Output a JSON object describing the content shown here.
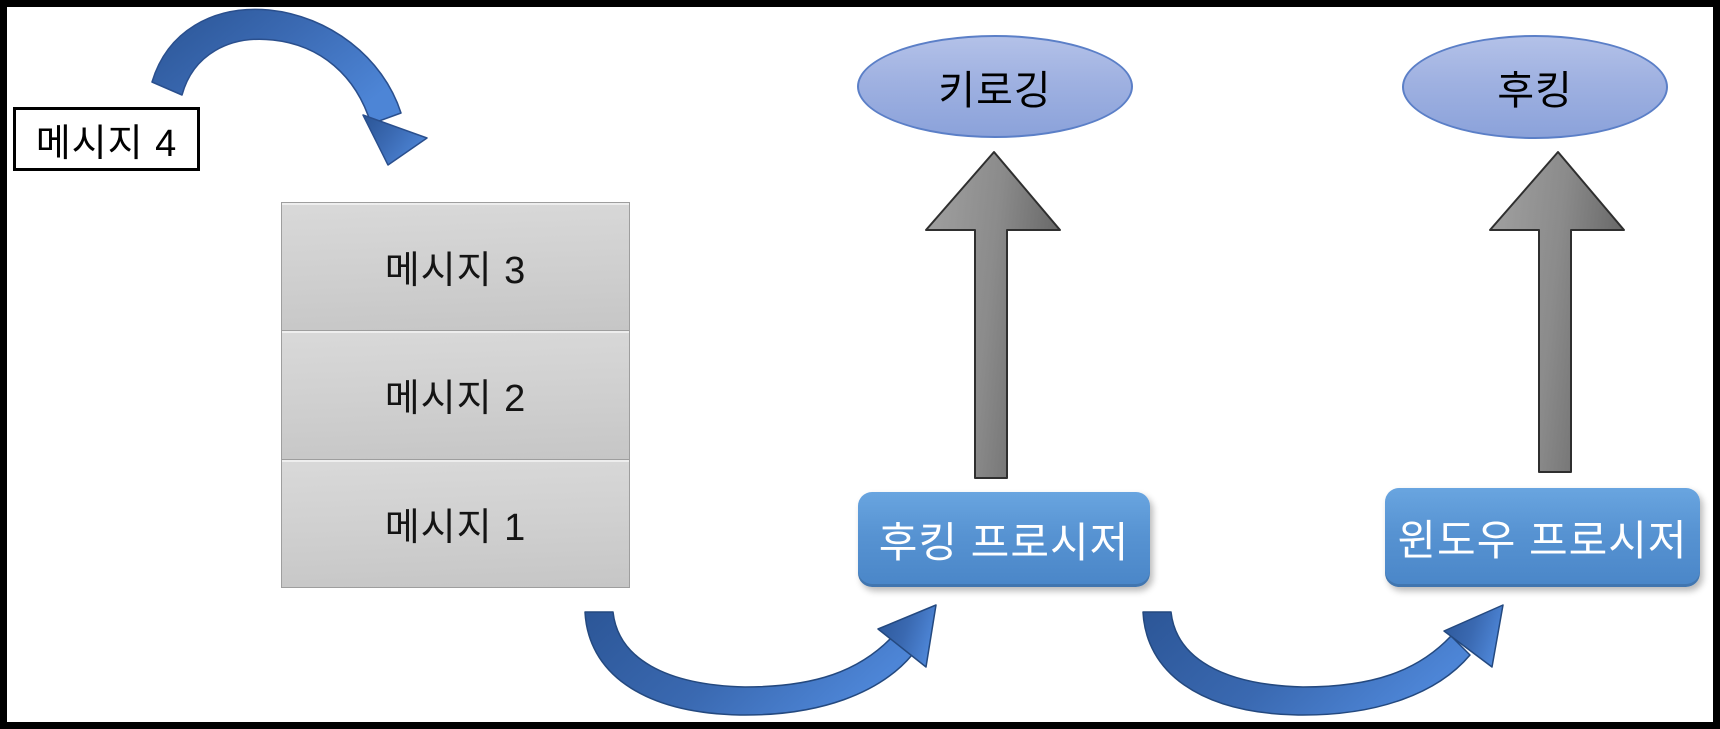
{
  "diagram": {
    "description_colors": {
      "frame_border": "#000000",
      "background": "#ffffff",
      "procedure_box_top": "#69a5e0",
      "procedure_box_bottom": "#4a86c8",
      "outcome_ellipse_top": "#b3c1e8",
      "outcome_ellipse_bottom": "#8ba2da",
      "ellipse_border": "#5b7fc7",
      "queue_row_fill": "#cfcfcf",
      "block_arrow_fill": "#868686",
      "curved_arrow_fill": "#3c6cb4"
    },
    "message_flow": {
      "incoming_message": {
        "label": "메시지 4"
      },
      "queue": {
        "items": [
          {
            "label": "메시지 3"
          },
          {
            "label": "메시지 2"
          },
          {
            "label": "메시지 1"
          }
        ]
      }
    },
    "hooking_path": {
      "procedure": {
        "label": "후킹 프로시저"
      },
      "outcome": {
        "label": "키로깅"
      }
    },
    "window_path": {
      "procedure": {
        "label": "윈도우 프로시저"
      },
      "outcome": {
        "label": "후킹"
      }
    }
  }
}
